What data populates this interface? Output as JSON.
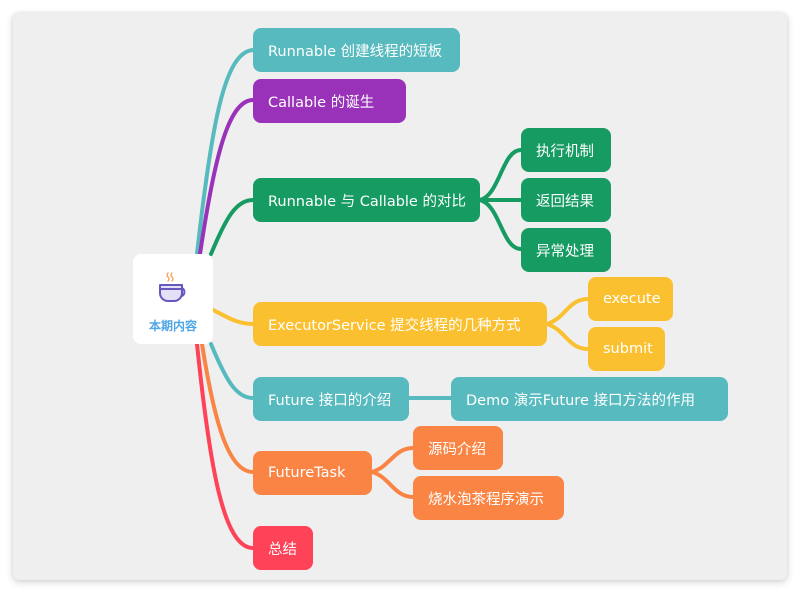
{
  "mindmap": {
    "root": {
      "label": "本期内容",
      "icon": "coffee-cup-icon"
    },
    "colors": {
      "canvas_bg": "#efefef",
      "root_label": "#4ea6e6",
      "teal": "#56babf",
      "purple": "#9932b9",
      "green": "#169b62",
      "yellow": "#fbc030",
      "orange": "#f98443",
      "red": "#fe4257",
      "icon_stroke": "#6757bf",
      "icon_fill": "#e4e0f8",
      "steam": "#f5a45a"
    },
    "branches": [
      {
        "id": "runnable-shortcoming",
        "label": "Runnable 创建线程的短板",
        "color": "#56babf",
        "children": []
      },
      {
        "id": "callable-birth",
        "label": "Callable 的诞生",
        "color": "#9932b9",
        "children": []
      },
      {
        "id": "runnable-vs-callable",
        "label": "Runnable 与 Callable 的对比",
        "color": "#169b62",
        "children": [
          {
            "label": "执行机制"
          },
          {
            "label": "返回结果"
          },
          {
            "label": "异常处理"
          }
        ]
      },
      {
        "id": "executorservice-submit",
        "label": "ExecutorService 提交线程的几种方式",
        "color": "#fbc030",
        "children": [
          {
            "label": "execute"
          },
          {
            "label": "submit"
          }
        ]
      },
      {
        "id": "future-interface",
        "label": "Future 接口的介绍",
        "color": "#56babf",
        "children": [
          {
            "label": "Demo 演示Future 接口方法的作用"
          }
        ]
      },
      {
        "id": "futuretask",
        "label": "FutureTask",
        "color": "#f98443",
        "children": [
          {
            "label": "源码介绍"
          },
          {
            "label": "烧水泡茶程序演示"
          }
        ]
      },
      {
        "id": "summary",
        "label": "总结",
        "color": "#fe4257",
        "children": []
      }
    ]
  }
}
